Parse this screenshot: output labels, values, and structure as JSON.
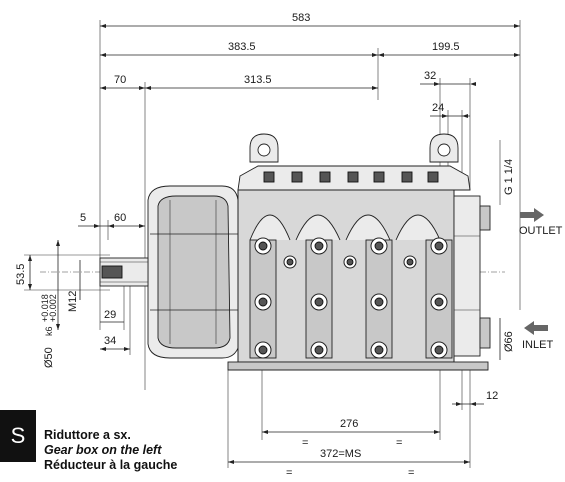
{
  "dimensions": {
    "overall": "583",
    "left_section": "383.5",
    "right_section": "199.5",
    "shaft_offset": "70",
    "body_length": "313.5",
    "right_32": "32",
    "right_24": "24",
    "key_5": "5",
    "shaft_60": "60",
    "height_53_5": "53.5",
    "m12": "M12",
    "shaft_dia": "Ø50",
    "shaft_tol_top": "+0.018",
    "shaft_tol_bot": "+0.002",
    "shaft_tol_k": "k6",
    "val_29": "29",
    "val_34": "34",
    "val_276": "276",
    "val_372": "372=MS",
    "val_12": "12",
    "dia_66": "Ø66",
    "g_thread": "G 1 1/4",
    "equal": "="
  },
  "labels": {
    "outlet": "OUTLET",
    "inlet": "INLET"
  },
  "caption": {
    "badge": "S",
    "line_it": "Riduttore a sx.",
    "line_en": "Gear box on the left",
    "line_fr": "Réducteur à la gauche"
  }
}
